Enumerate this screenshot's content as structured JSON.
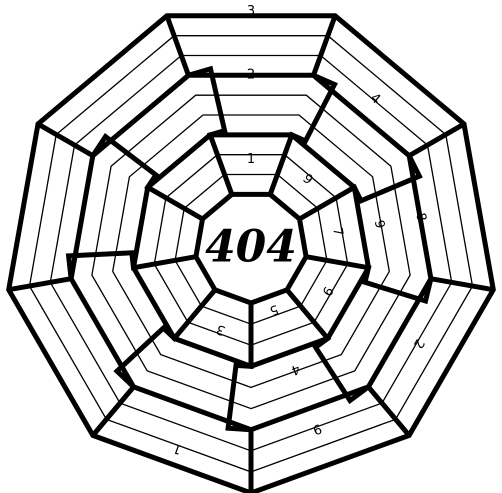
{
  "puzzle": {
    "center_label": "404",
    "sectors": 9,
    "rows_per_block": 3,
    "blocks": 3,
    "clues": [
      {
        "sector": 0,
        "row": 8,
        "value": "3"
      },
      {
        "sector": 1,
        "row": 6,
        "value": "4"
      },
      {
        "sector": 2,
        "row": 5,
        "value": "8"
      },
      {
        "sector": 3,
        "row": 6,
        "value": "2"
      },
      {
        "sector": 4,
        "row": 6,
        "value": "9"
      },
      {
        "sector": 5,
        "row": 7,
        "value": "1"
      },
      {
        "sector": 0,
        "row": 5,
        "value": "2"
      },
      {
        "sector": 0,
        "row": 1,
        "value": "1"
      },
      {
        "sector": 1,
        "row": 1,
        "value": "9"
      },
      {
        "sector": 2,
        "row": 1,
        "value": "7"
      },
      {
        "sector": 2,
        "row": 3,
        "value": "9"
      },
      {
        "sector": 3,
        "row": 1,
        "value": "9"
      },
      {
        "sector": 4,
        "row": 0,
        "value": "5"
      },
      {
        "sector": 4,
        "row": 3,
        "value": "4"
      },
      {
        "sector": 5,
        "row": 1,
        "value": "3"
      }
    ]
  }
}
